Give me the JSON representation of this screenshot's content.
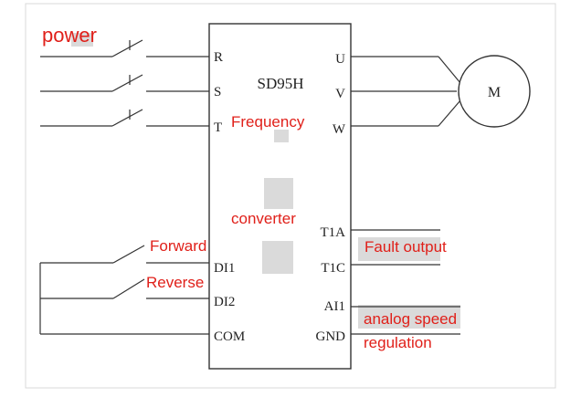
{
  "drive": {
    "model": "SD95H",
    "inputs": [
      "R",
      "S",
      "T"
    ],
    "outputs": [
      "U",
      "V",
      "W"
    ],
    "digital_inputs": [
      "DI1",
      "DI2",
      "COM"
    ],
    "right_terminals": [
      "T1A",
      "T1C",
      "AI1",
      "GND"
    ]
  },
  "motor": {
    "label": "M"
  },
  "annotations": {
    "power": "power",
    "frequency": "Frequency",
    "converter": "converter",
    "forward": "Forward",
    "reverse": "Reverse",
    "fault_output": "Fault output",
    "analog_line1": "analog speed",
    "analog_line2": "regulation"
  },
  "colors": {
    "annotation": "#e0201a",
    "line": "#333333",
    "frame": "#d9d9d9"
  }
}
